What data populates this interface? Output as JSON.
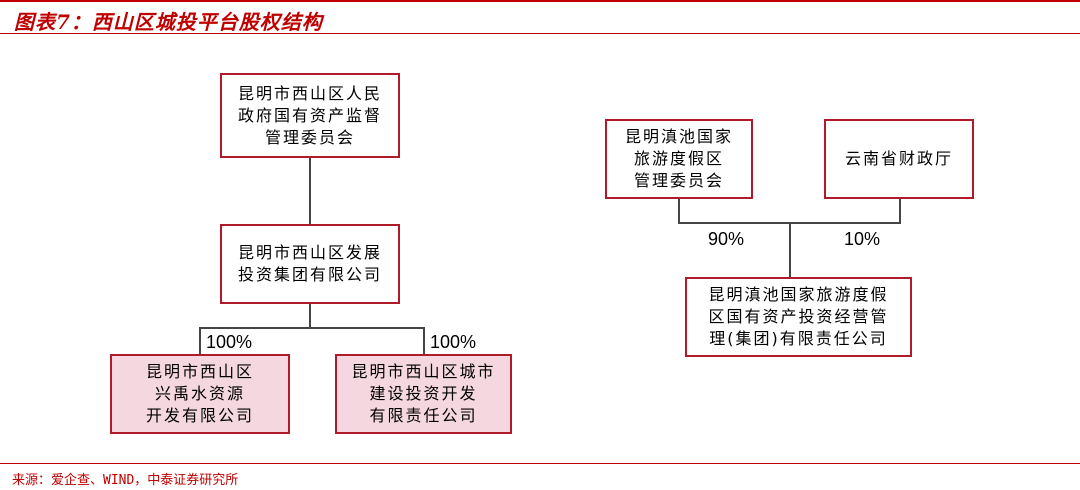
{
  "figure": {
    "title": "图表7：西山区城投平台股权结构",
    "source": "来源：爱企查、WIND，中泰证券研究所"
  },
  "nodes": {
    "xishan_sasac": "昆明市西山区人民\n政府国有资产监督\n管理委员会",
    "xishan_dev": "昆明市西山区发展\n投资集团有限公司",
    "xingyu_water": "昆明市西山区\n兴禹水资源\n开发有限公司",
    "city_construction": "昆明市西山区城市\n建设投资开发\n有限责任公司",
    "dianchi_tourism_cmte": "昆明滇池国家\n旅游度假区\n管理委员会",
    "yunnan_finance": "云南省财政厅",
    "dianchi_state_group": "昆明滇池国家旅游度假\n区国有资产投资经营管\n理(集团)有限责任公司"
  },
  "shares": {
    "xingyu_water": "100%",
    "city_construction": "100%",
    "dianchi_cmte_share": "90%",
    "finance_share": "10%"
  }
}
